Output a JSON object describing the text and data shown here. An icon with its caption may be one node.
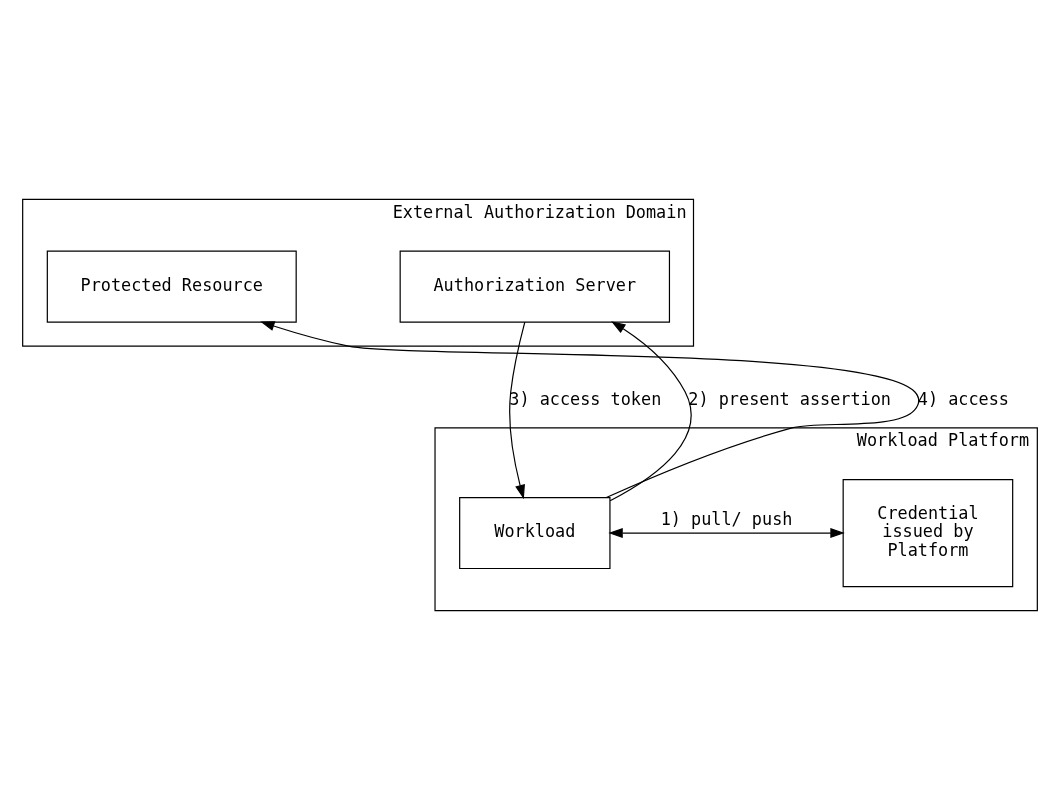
{
  "diagram": {
    "nodes": [
      {
        "text": [
          "External Authorization Domain"
        ]
      },
      {
        "text": [
          "Authorization Server"
        ],
        "in": 0
      },
      {
        "text": [
          "Protected Resource"
        ],
        "in": 0
      },
      {
        "text": [
          "Workload Platform"
        ]
      },
      {
        "text": [
          "Workload"
        ],
        "in": 3
      },
      {
        "text": [
          "Credential issued by Platform"
        ],
        "in": 3
      }
    ],
    "edges": [
      {
        "from": 4,
        "to": 1,
        "arrow": "to",
        "label": "2) present assertion"
      },
      {
        "from": 1,
        "to": 4,
        "arrow": "to",
        "label": "3) access token"
      },
      {
        "from": 4,
        "to": 2,
        "arrow": "to",
        "label": "4) access"
      },
      {
        "from": 4,
        "to": 5,
        "arrow": "both",
        "label": "1) pull/ push"
      }
    ]
  }
}
